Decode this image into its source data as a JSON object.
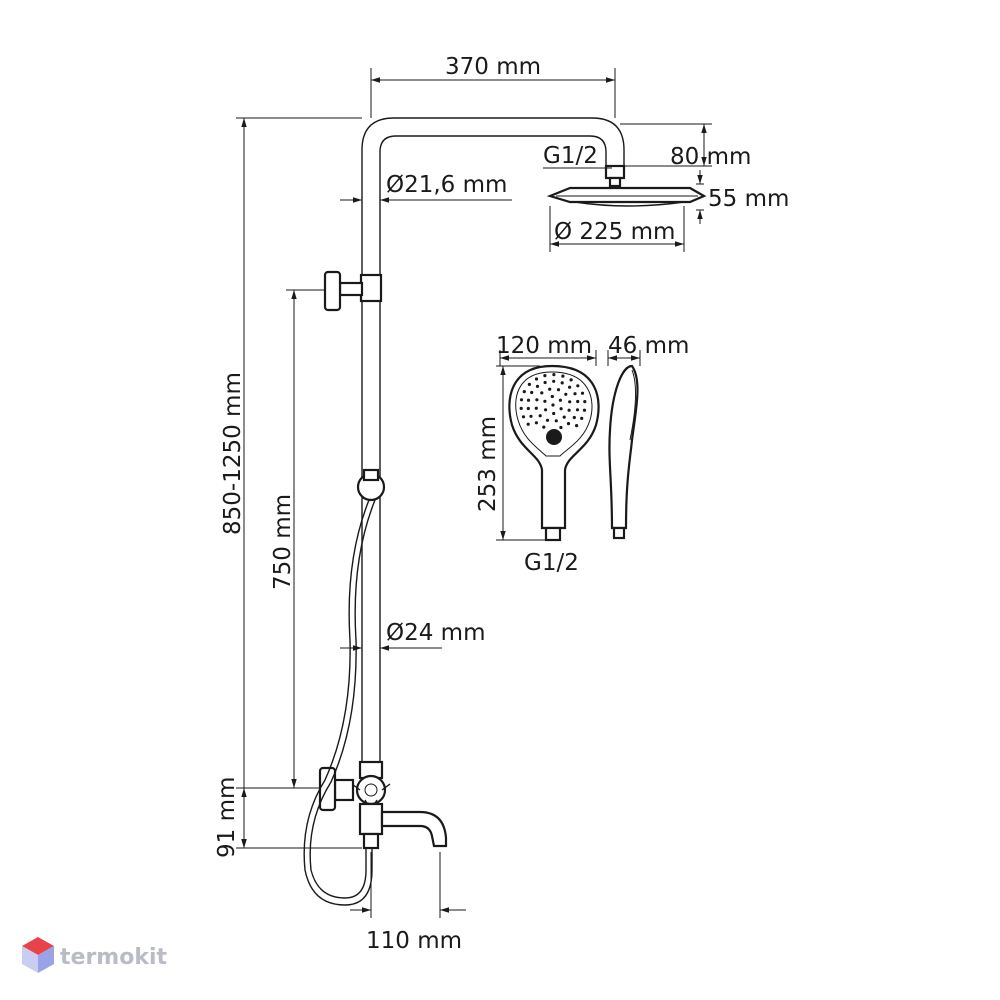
{
  "dimensions": {
    "width_top": "370 mm",
    "thread_head": "G1/2",
    "head_drop": "80 mm",
    "head_height": "55 mm",
    "pipe_upper_diameter": "Ø21,6 mm",
    "head_diameter": "Ø 225 mm",
    "hand_width": "120 mm",
    "hand_depth": "46 mm",
    "hand_length": "253 mm",
    "thread_hand": "G1/2",
    "total_height": "850-1250 mm",
    "slide_height": "750 mm",
    "pipe_lower_diameter": "Ø24 mm",
    "mixer_height": "91 mm",
    "spout_length": "110 mm"
  },
  "logo": {
    "text": "termokit",
    "colors": {
      "top": "#e8434b",
      "left": "#c9cdf2",
      "right": "#9aa3e6"
    }
  },
  "colors": {
    "line": "#1a1a1a",
    "background": "#ffffff"
  }
}
